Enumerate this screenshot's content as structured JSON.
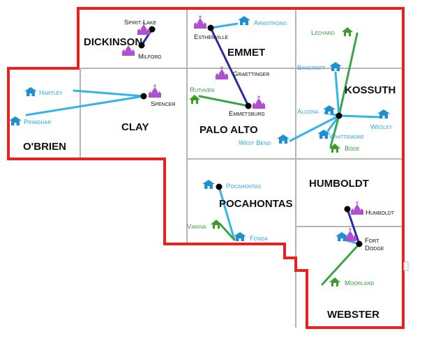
{
  "colors": {
    "border_red": "#e8231f",
    "county_line": "#b5b5b5",
    "line_purple": "#2a2aa8",
    "line_blue": "#32b4e8",
    "line_green": "#3aa548",
    "icon_purple": "#b04fd0",
    "icon_blue": "#1f8fd0",
    "icon_green": "#3b9c2a",
    "text_blue": "#29a8e0",
    "text_green": "#2e9c3c"
  },
  "counties": {
    "dickinson": "DICKINSON",
    "emmet": "EMMET",
    "kossuth": "KOSSUTH",
    "obrien": "O'BRIEN",
    "clay": "CLAY",
    "palo_alto": "PALO ALTO",
    "pocahontas": "POCAHONTAS",
    "humboldt": "HUMBOLDT",
    "webster": "WEBSTER"
  },
  "towns": {
    "spirit_lake": "Spirit Lake",
    "milford": "Milford",
    "estherville": "Estherville",
    "armstrong": "Armstrong",
    "ledyard": "Ledyard",
    "hartley": "Hartley",
    "primghar": "Primghar",
    "spencer": "Spencer",
    "graettinger": "Graettinger",
    "ruthven": "Ruthven",
    "emmetsburg": "Emmetsburg",
    "bancroft": "Bancroft",
    "algona": "Algona",
    "wesley": "Wesley",
    "whittemore": "Whittemore",
    "west_bend": "West Bend",
    "bode": "Bode",
    "pocahontas": "Pocahontas",
    "varina": "Varina",
    "fonda": "Fonda",
    "humboldt": "Humboldt",
    "fort_dodge": "Fort\nDodge",
    "moorland": "Moorland"
  },
  "icons": {
    "school": "school-building-icon",
    "church": "church-icon",
    "home": "house-icon",
    "hub": "hub-dot-icon"
  }
}
